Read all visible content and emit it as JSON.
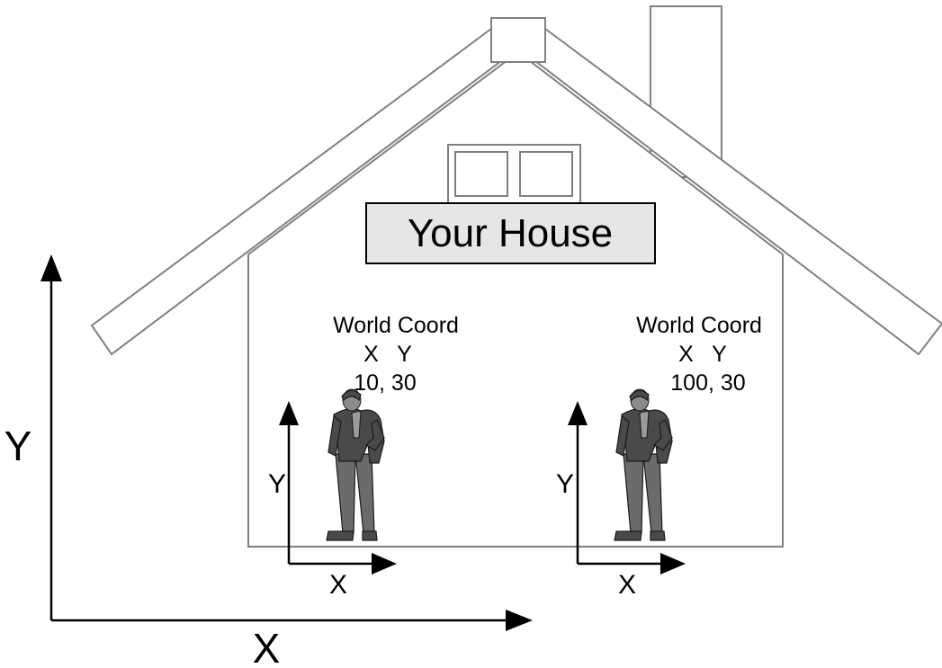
{
  "sign": {
    "text": "Your House"
  },
  "local_frames": [
    {
      "heading": "World Coord",
      "axes_line": "X   Y",
      "values": "10, 30",
      "x_label": "X",
      "y_label": "Y"
    },
    {
      "heading": "World Coord",
      "axes_line": "X   Y",
      "values": "100, 30",
      "x_label": "X",
      "y_label": "Y"
    }
  ],
  "world_axes": {
    "x_label": "X",
    "y_label": "Y"
  },
  "icons": [
    "person-icon",
    "house-icon",
    "chimney-icon",
    "window-icon"
  ]
}
